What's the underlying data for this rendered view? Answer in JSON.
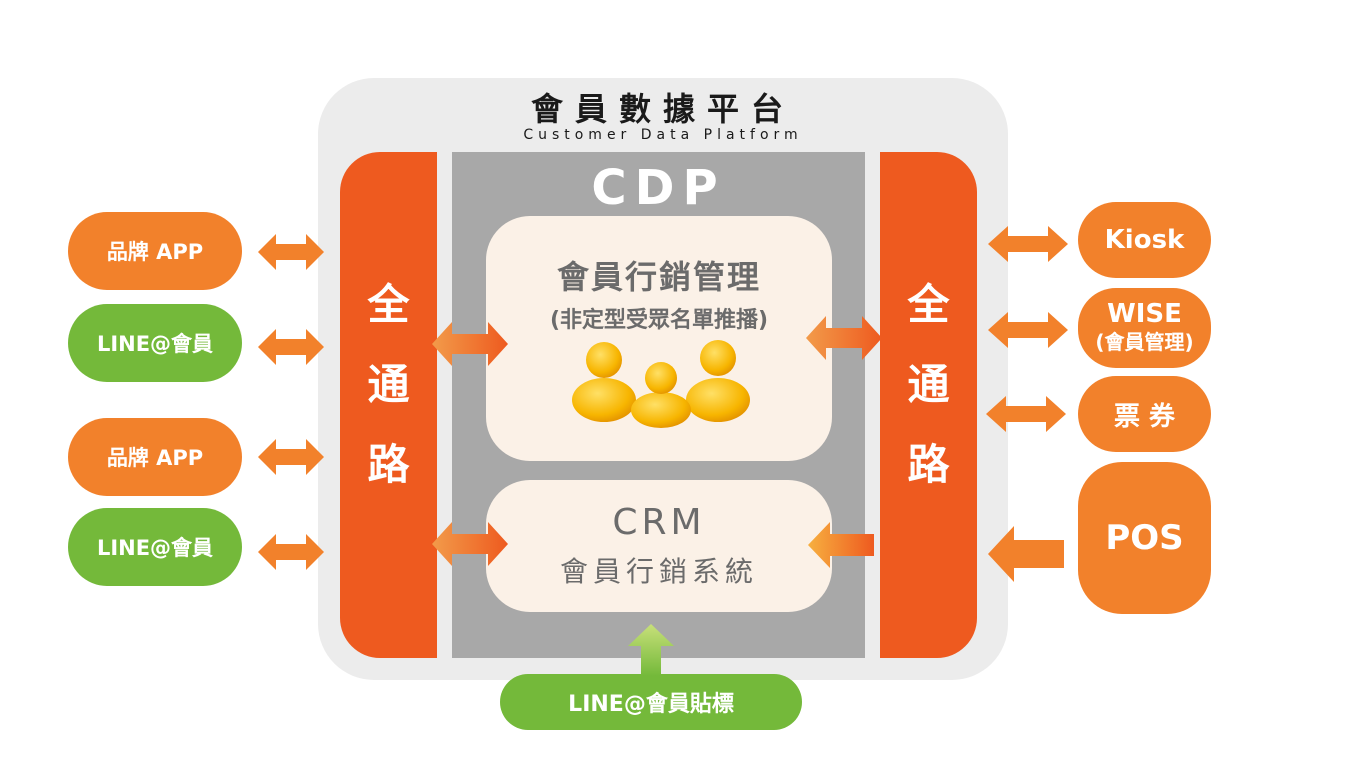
{
  "platform": {
    "title": "會員數據平台",
    "subtitle": "Customer Data Platform",
    "core_label": "CDP",
    "channel_left": [
      "全",
      "通",
      "路"
    ],
    "channel_right": [
      "全",
      "通",
      "路"
    ]
  },
  "marketing": {
    "title": "會員行銷管理",
    "subtitle": "(非定型受眾名單推播)",
    "icon": "people-group-icon"
  },
  "crm": {
    "title": "CRM",
    "subtitle": "會員行銷系統"
  },
  "left_sources": [
    {
      "label": "品牌 APP"
    },
    {
      "label": "LINE@會員"
    },
    {
      "label": "品牌 APP"
    },
    {
      "label": "LINE@會員"
    }
  ],
  "right_sources": [
    {
      "label": "Kiosk"
    },
    {
      "label_line1": "WISE",
      "label_line2": "(會員管理)"
    },
    {
      "label": "票 券"
    },
    {
      "label": "POS"
    }
  ],
  "bottom_source": {
    "label": "LINE@會員貼標"
  },
  "colors": {
    "channel": "#ee5a1f",
    "orange_pill": "#f2812b",
    "green_pill": "#74b93a",
    "platform_bg": "#ececec",
    "core_bg": "#a8a8a8",
    "inner_bg": "#fbf1e7"
  }
}
